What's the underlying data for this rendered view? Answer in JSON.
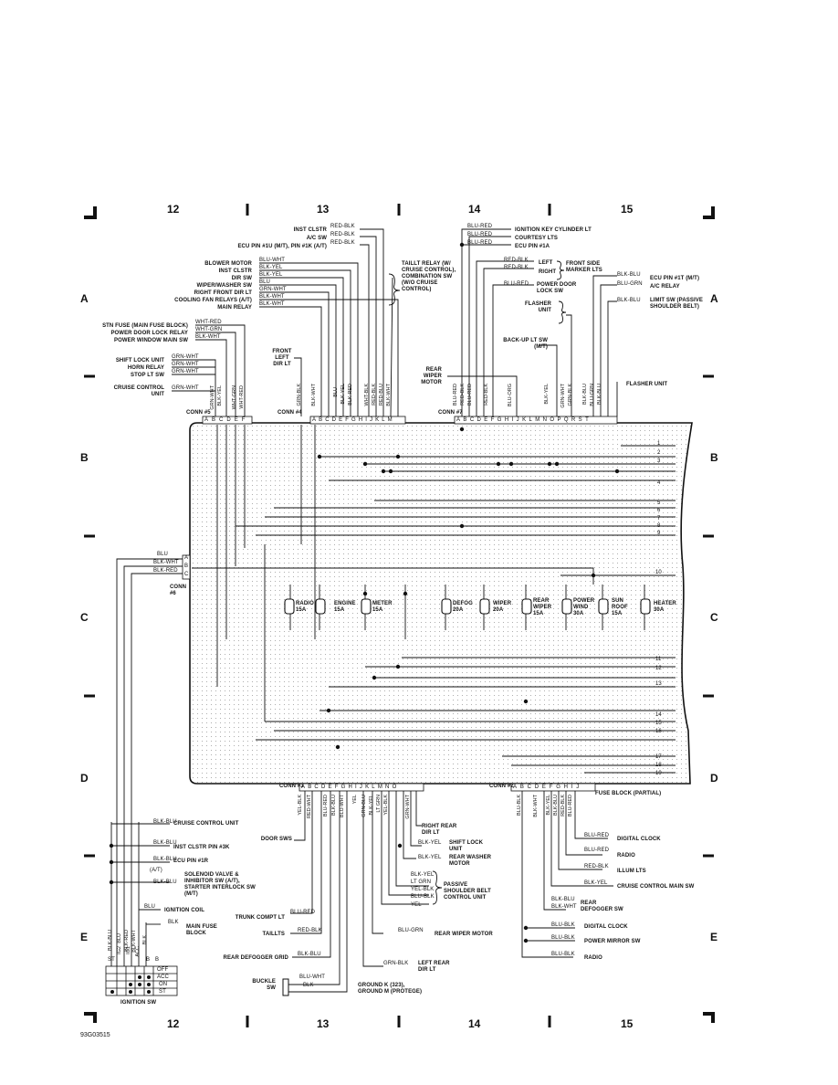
{
  "zones": [
    "12",
    "13",
    "14",
    "15"
  ],
  "rows": [
    "A",
    "B",
    "C",
    "D",
    "E"
  ],
  "image_code": "93G03515",
  "conn": {
    "c5": {
      "label": "CONN #5",
      "pins": [
        "A",
        "B",
        "C",
        "D",
        "E",
        "F"
      ],
      "wires": [
        "GRN-WHT",
        "BLK-YEL",
        "",
        "WHT-GRN",
        "WHT-RED",
        ""
      ]
    },
    "c4": {
      "label": "CONN #4",
      "pins": [
        "A",
        "B",
        "C",
        "D",
        "E",
        "F",
        "G",
        "H",
        "I",
        "J",
        "K",
        "L",
        "M"
      ],
      "wires": [
        "GRN-BLK",
        "",
        "BLK-WHT",
        "",
        "BLU",
        "BLK-YEL",
        "BLK-RED",
        "",
        "WHT-BLK",
        "RED-BLK",
        "RED-BLU",
        "BLK-WHT",
        ""
      ]
    },
    "c7": {
      "label": "CONN #7",
      "pins": [
        "A",
        "B",
        "C",
        "D",
        "E",
        "F",
        "G",
        "H",
        "I",
        "J",
        "K",
        "L",
        "M",
        "N",
        "O",
        "P",
        "Q",
        "R",
        "S",
        "T"
      ],
      "wires": [
        "BLU-RED",
        "RED-BLK",
        "BLU-RED",
        "",
        "RED-BLK",
        "",
        "BLU-ORG",
        "",
        "",
        "",
        "BLK-YEL",
        "",
        "GRN-WHT",
        "GRN-BLK",
        "BLK-BLU",
        "BLU-GRN",
        "BLK-BLU",
        "",
        "",
        ""
      ]
    },
    "c6": {
      "label": "CONN #6",
      "pins": [
        "A",
        "B",
        "C"
      ],
      "wires": [
        "BLU",
        "BLK-WHT",
        "BLK-RED"
      ]
    },
    "c3": {
      "label": "CONN #3",
      "pins": [
        "A",
        "B",
        "C",
        "D",
        "E",
        "F",
        "G",
        "H",
        "I",
        "J",
        "K",
        "L",
        "M",
        "N",
        "O"
      ],
      "wires": [
        "YEL-BLK",
        "RED-WHT",
        "",
        "BLU-RED",
        "BLK-BLU",
        "BLU-WHT",
        "",
        "YEL",
        "GRN-BLU",
        "BLK-YEL",
        "LT GRN",
        "YEL-BLK",
        "",
        "GRN-WHT",
        ""
      ]
    },
    "c2": {
      "label": "CONN #2",
      "pins": [
        "A",
        "B",
        "C",
        "D",
        "E",
        "F",
        "G",
        "H",
        "I",
        "J"
      ],
      "wires": [
        "BLU-BLK",
        "",
        "BLK-WHT",
        "",
        "BLK-YEL",
        "BLK-BLU",
        "RED-BLK",
        "BLU-RED",
        "",
        ""
      ]
    }
  },
  "top_left_labels": {
    "inst_clstr": "INST CLSTR",
    "ac_sw": "A/C SW",
    "ecu_pin": "ECU PIN #1U (M/T), PIN #1K (A/T)",
    "w1": "RED-BLK",
    "w2": "RED-BLK",
    "w3": "RED-BLK",
    "blower": "BLOWER MOTOR",
    "inst_clstr2": "INST CLSTR",
    "dir_sw": "DIR SW",
    "wiper_sw": "WIPER/WASHER SW",
    "rf_dir": "RIGHT FRONT DIR LT",
    "cooling": "COOLING FAN RELAYS (A/T)",
    "main_relay": "MAIN RELAY",
    "w_blower": "BLU-WHT",
    "w_inst2": "BLK-YEL",
    "w_dir": "BLK-YEL",
    "w_wiper": "BLU",
    "w_rf": "GRN-WHT",
    "w_cool": "BLK-WHT",
    "w_main": "BLK-WHT",
    "stn_fuse": "STN FUSE (MAIN FUSE BLOCK)",
    "power_door": "POWER DOOR LOCK RELAY",
    "power_window": "POWER WINDOW MAIN SW",
    "w_stn": "WHT-RED",
    "w_pdl": "WHT-GRN",
    "w_pwm": "BLK-WHT",
    "shift_lock": "SHIFT LOCK UNIT",
    "horn": "HORN RELAY",
    "stop_lt": "STOP LT SW",
    "cruise_cu": "CRUISE CONTROL UNIT",
    "w_shift": "GRN-WHT",
    "w_horn": "GRN-WHT",
    "w_stop": "GRN-WHT",
    "w_cruise": "GRN-WHT",
    "front_left": "FRONT LEFT DIR LT",
    "taillt": "TAILLT RELAY (W/ CRUISE CONTROL), COMBINATION SW (W/O CRUISE CONTROL)"
  },
  "top_right_labels": {
    "ign_key": "IGNITION KEY CYLINDER LT",
    "courtesy": "COURTESY LTS",
    "ecu1a": "ECU PIN #1A",
    "w_ign": "BLU-RED",
    "w_court": "BLU-RED",
    "w_ecu1a": "BLU-RED",
    "left": "LEFT",
    "right": "RIGHT",
    "front_side": "FRONT SIDE MARKER LTS",
    "w_left": "RED-BLK",
    "w_right": "RED-BLK",
    "power_door_lock_sw": "POWER DOOR LOCK SW",
    "w_pdlsw": "BLU-RED",
    "ecu1t": "ECU PIN #1T (M/T)",
    "ac_relay": "A/C RELAY",
    "w_ecu1t": "BLK-BLU",
    "w_acr": "BLU-GRN",
    "limit_sw": "LIMIT SW (PASSIVE SHOULDER BELT)",
    "w_limit": "BLK-BLU",
    "flasher": "FLASHER UNIT",
    "backup": "BACK-UP LT SW (M/T)",
    "rear_wiper": "REAR WIPER MOTOR",
    "flasher2": "FLASHER UNIT"
  },
  "fuses": [
    {
      "name": "RADIO",
      "amp": "15A"
    },
    {
      "name": "ENGINE",
      "amp": "15A"
    },
    {
      "name": "METER",
      "amp": "15A"
    },
    {
      "name": "DEFOG",
      "amp": "20A"
    },
    {
      "name": "WIPER",
      "amp": "20A"
    },
    {
      "name": "REAR WIPER",
      "amp": "15A"
    },
    {
      "name": "POWER WIND",
      "amp": "30A"
    },
    {
      "name": "SUN ROOF",
      "amp": "15A"
    },
    {
      "name": "HEATER",
      "amp": "30A"
    }
  ],
  "bus_numbers": [
    "1",
    "2",
    "3",
    "4",
    "5",
    "6",
    "7",
    "8",
    "9",
    "10",
    "11",
    "12",
    "13",
    "14",
    "15",
    "16",
    "17",
    "18",
    "19"
  ],
  "bottom_labels": {
    "fuse_block": "FUSE BLOCK (PARTIAL)",
    "right_rear": "RIGHT REAR DIR LT",
    "shift_lock": "SHIFT LOCK UNIT",
    "w_shift": "BLK-YEL",
    "rear_washer": "REAR WASHER MOTOR",
    "w_rear_washer": "BLK-YEL",
    "passive": "PASSIVE SHOULDER BELT CONTROL UNIT",
    "w_p1": "BLK-YEL",
    "w_p2": "LT GRN",
    "w_p3": "YEL-BLK",
    "w_p4": "BLU-BLK",
    "w_p5": "YEL",
    "door_sws": "DOOR SWS",
    "cruise_cu": "CRUISE CONTROL UNIT",
    "inst_3k": "INST CLSTR PIN #3K",
    "ecu_1r": "ECU PIN #1R",
    "at": "(A/T)",
    "solenoid": "SOLENOID VALVE & INHIBITOR SW (A/T), STARTER INTERLOCK SW (M/T)",
    "w_cruise": "BLK-BLU",
    "w_inst": "BLK-BLU",
    "w_ecu": "BLK-BLU",
    "w_sol": "BLK-BLU",
    "ign_coil": "IGNITION COIL",
    "w_coil": "BLU",
    "main_fuse": "MAIN FUSE BLOCK",
    "w_main": "BLK",
    "trunk": "TRUNK COMPT LT",
    "w_trunk": "BLU-RED",
    "taillts": "TAILLTS",
    "w_tail": "RED-BLK",
    "rear_defog_grid": "REAR DEFOGGER GRID",
    "w_grid": "BLK-BLU",
    "rear_wiper_motor": "REAR WIPER MOTOR",
    "w_rwm": "BLU-GRN",
    "left_rear": "LEFT REAR DIR LT",
    "w_lr": "GRN-BLK",
    "buckle": "BUCKLE SW",
    "w_b1": "BLU-WHT",
    "w_b2": "BLK",
    "ground": "GROUND K (323), GROUND M (PROTEGE)",
    "digital_clock": "DIGITAL CLOCK",
    "w_dc": "BLU-RED",
    "radio": "RADIO",
    "w_radio": "BLU-RED",
    "illum": "ILLUM LTS",
    "w_illum": "RED-BLK",
    "cruise_main": "CRUISE CONTROL MAIN SW",
    "w_cm": "BLK-YEL",
    "rear_defog_sw": "REAR DEFOGGER SW",
    "w_rd1": "BLK-BLU",
    "w_rd2": "BLK-WHT",
    "digital_clock2": "DIGITAL CLOCK",
    "w_dc2": "BLU-BLK",
    "power_mirror": "POWER MIRROR SW",
    "w_pm": "BLU-BLK",
    "radio2": "RADIO",
    "w_r2": "BLU-BLK"
  },
  "ign_sw": {
    "title": "IGNITION SW",
    "cols": [
      "ST",
      "IG2",
      "IG1",
      "ACC",
      "B",
      "B"
    ],
    "wires": [
      "BLK-BLU",
      "BLU",
      "BLK-RED",
      "BLK-WHT",
      "BLK",
      ""
    ],
    "states": [
      "OFF",
      "ACC",
      "ON",
      "ST"
    ]
  },
  "colors": {
    "ink": "#111111",
    "panel": "#f4f4f4",
    "dot": "#9a9a9a"
  }
}
